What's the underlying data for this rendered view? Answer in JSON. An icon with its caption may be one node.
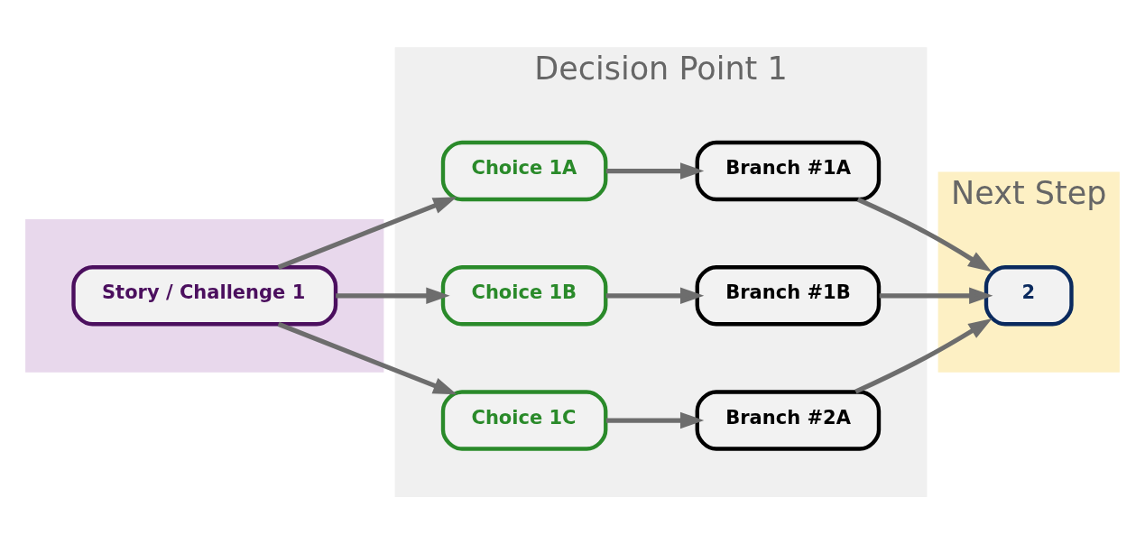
{
  "diagram": {
    "nodes": [
      {
        "text": [],
        "shape": "box"
      },
      {
        "text": [
          "Story / Challenge 1"
        ],
        "in": 0
      },
      {
        "text": [
          "Decision Point 1"
        ]
      },
      {
        "text": [
          "Choice 1A"
        ],
        "in": 2
      },
      {
        "text": [
          "Choice 1B"
        ],
        "in": 2
      },
      {
        "text": [
          "Choice 1C"
        ],
        "in": 2
      },
      {
        "text": [
          "Branch #1A"
        ],
        "in": 2
      },
      {
        "text": [
          "Branch #1B"
        ],
        "in": 2
      },
      {
        "text": [
          "Branch #2A"
        ],
        "in": 2
      },
      {
        "text": [
          "Next Step"
        ]
      },
      {
        "text": [
          "2"
        ],
        "in": 9
      }
    ],
    "edges": [
      {
        "from": 1,
        "to": 3,
        "arrow": "to"
      },
      {
        "from": 1,
        "to": 4,
        "arrow": "to"
      },
      {
        "from": 1,
        "to": 5,
        "arrow": "to"
      },
      {
        "from": 3,
        "to": 6,
        "arrow": "to"
      },
      {
        "from": 4,
        "to": 7,
        "arrow": "to"
      },
      {
        "from": 5,
        "to": 8,
        "arrow": "to"
      },
      {
        "from": 6,
        "to": 10,
        "arrow": "to"
      },
      {
        "from": 7,
        "to": 10,
        "arrow": "to"
      },
      {
        "from": 8,
        "to": 10,
        "arrow": "to"
      }
    ]
  }
}
